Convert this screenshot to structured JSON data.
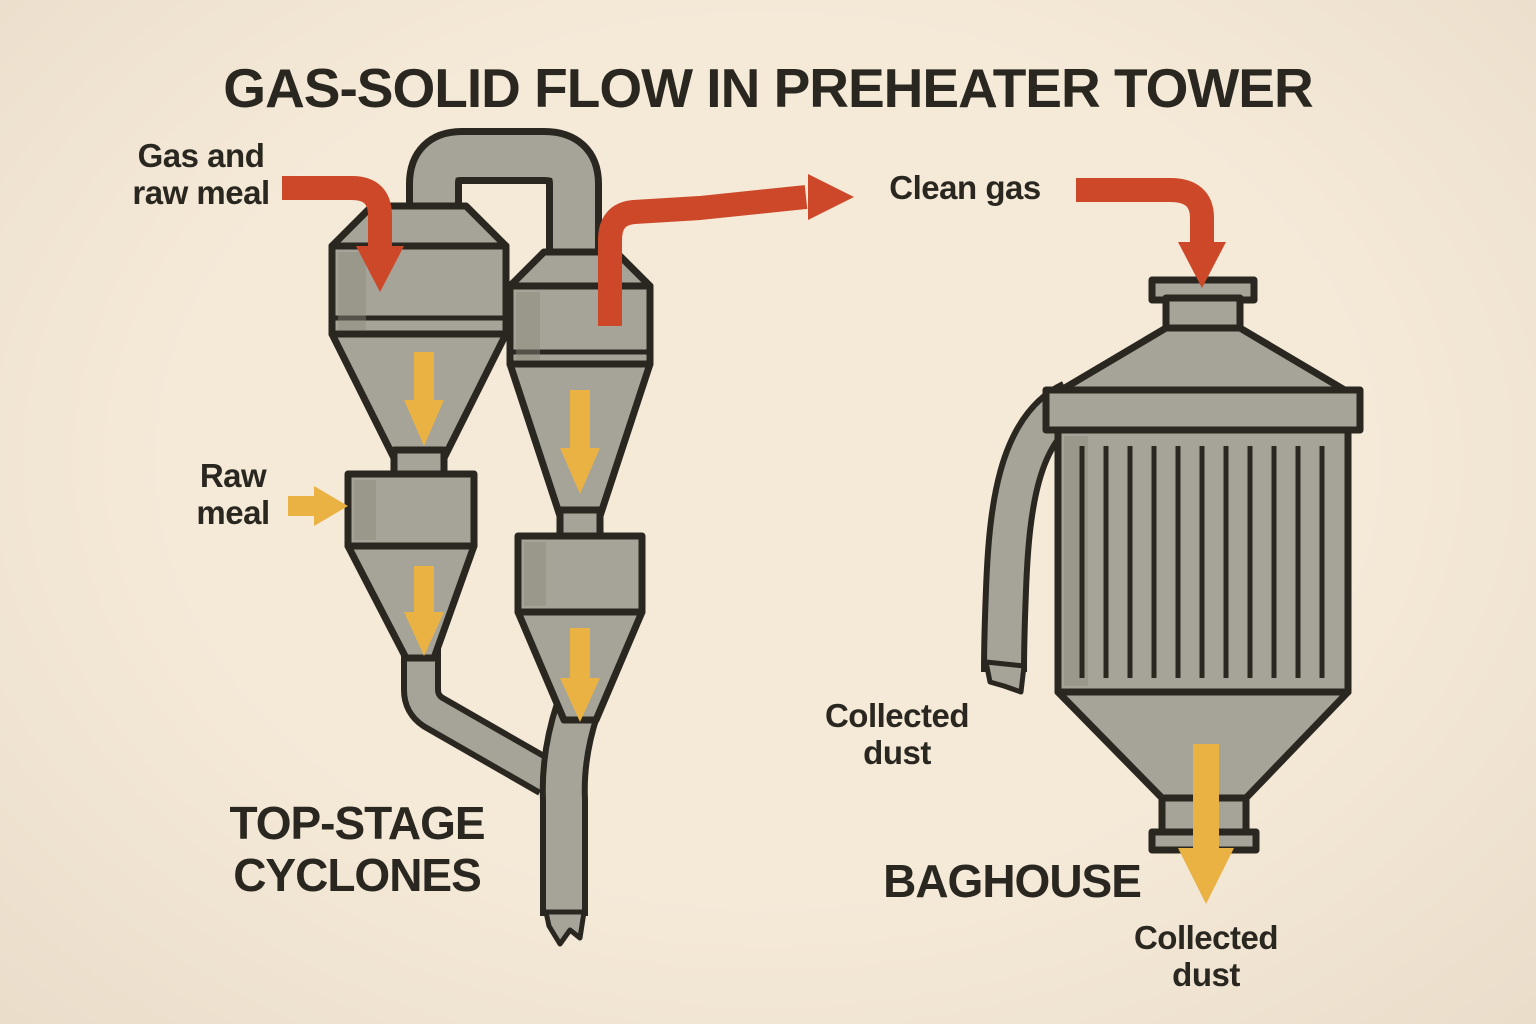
{
  "title": "GAS-SOLID FLOW IN PREHEATER TOWER",
  "left_section": {
    "gas_raw_meal_label": "Gas and raw meal",
    "raw_meal_label": "Raw meal",
    "caption": "TOP-STAGE CYCLONES"
  },
  "flow": {
    "clean_gas_label": "Clean gas"
  },
  "right_section": {
    "collected_dust_side_label": "Collected dust",
    "caption": "BAGHOUSE",
    "collected_dust_bottom_label": "Collected dust"
  },
  "colors": {
    "background": "#f5e9d8",
    "background_edge": "#eaddca",
    "metal": "#a6a498",
    "metal_dark": "#8b8a7d",
    "outline": "#29271f",
    "gas_arrow": "#cd4829",
    "dust_arrow": "#e9b243",
    "text": "#29271f"
  }
}
